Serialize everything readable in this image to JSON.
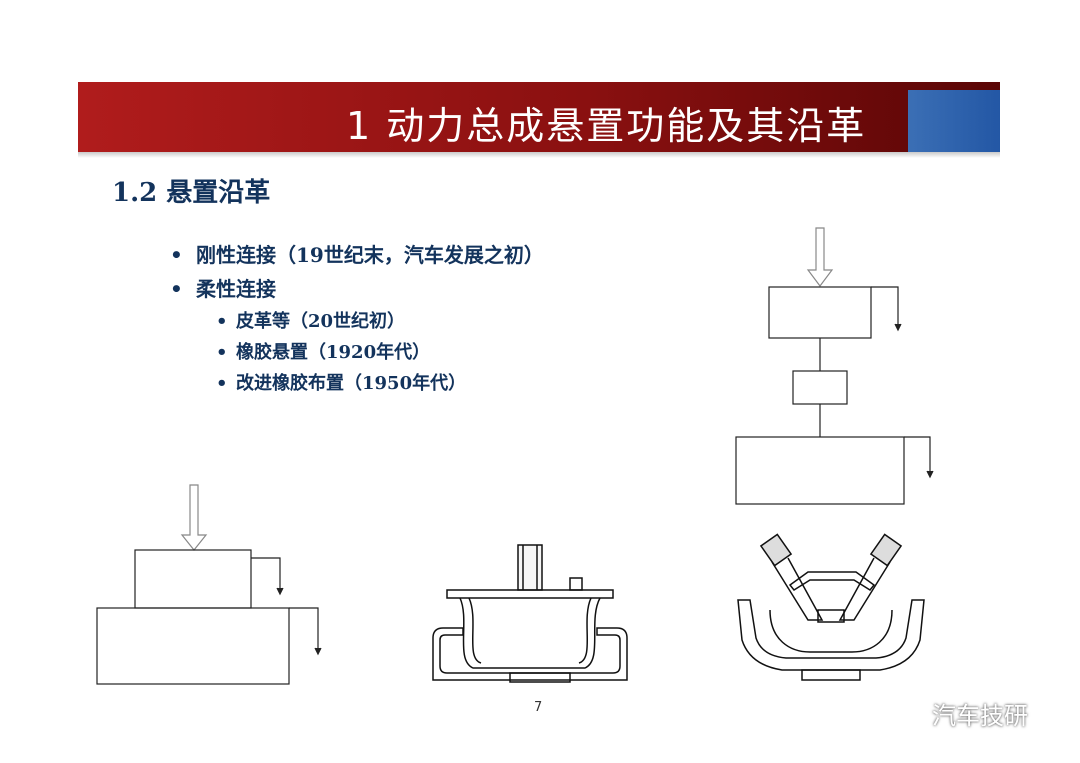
{
  "slide": {
    "title": "1   动力总成悬置功能及其沿革",
    "section_heading": "1.2 悬置沿革",
    "bullets": [
      {
        "text": "刚性连接（19世纪末，汽车发展之初）"
      },
      {
        "text": "柔性连接",
        "children": [
          {
            "text": "皮革等（20世纪初）"
          },
          {
            "text": "橡胶悬置（1920年代）"
          },
          {
            "text": "改进橡胶布置（1950年代）"
          }
        ]
      }
    ],
    "bullet_symbol": "•",
    "page_number": "7"
  },
  "watermark": {
    "text": "汽车技研",
    "icon": "wechat-icon"
  },
  "colors": {
    "title_red": "#8a1010",
    "title_blue": "#2357a5",
    "text_navy": "#13335c"
  }
}
